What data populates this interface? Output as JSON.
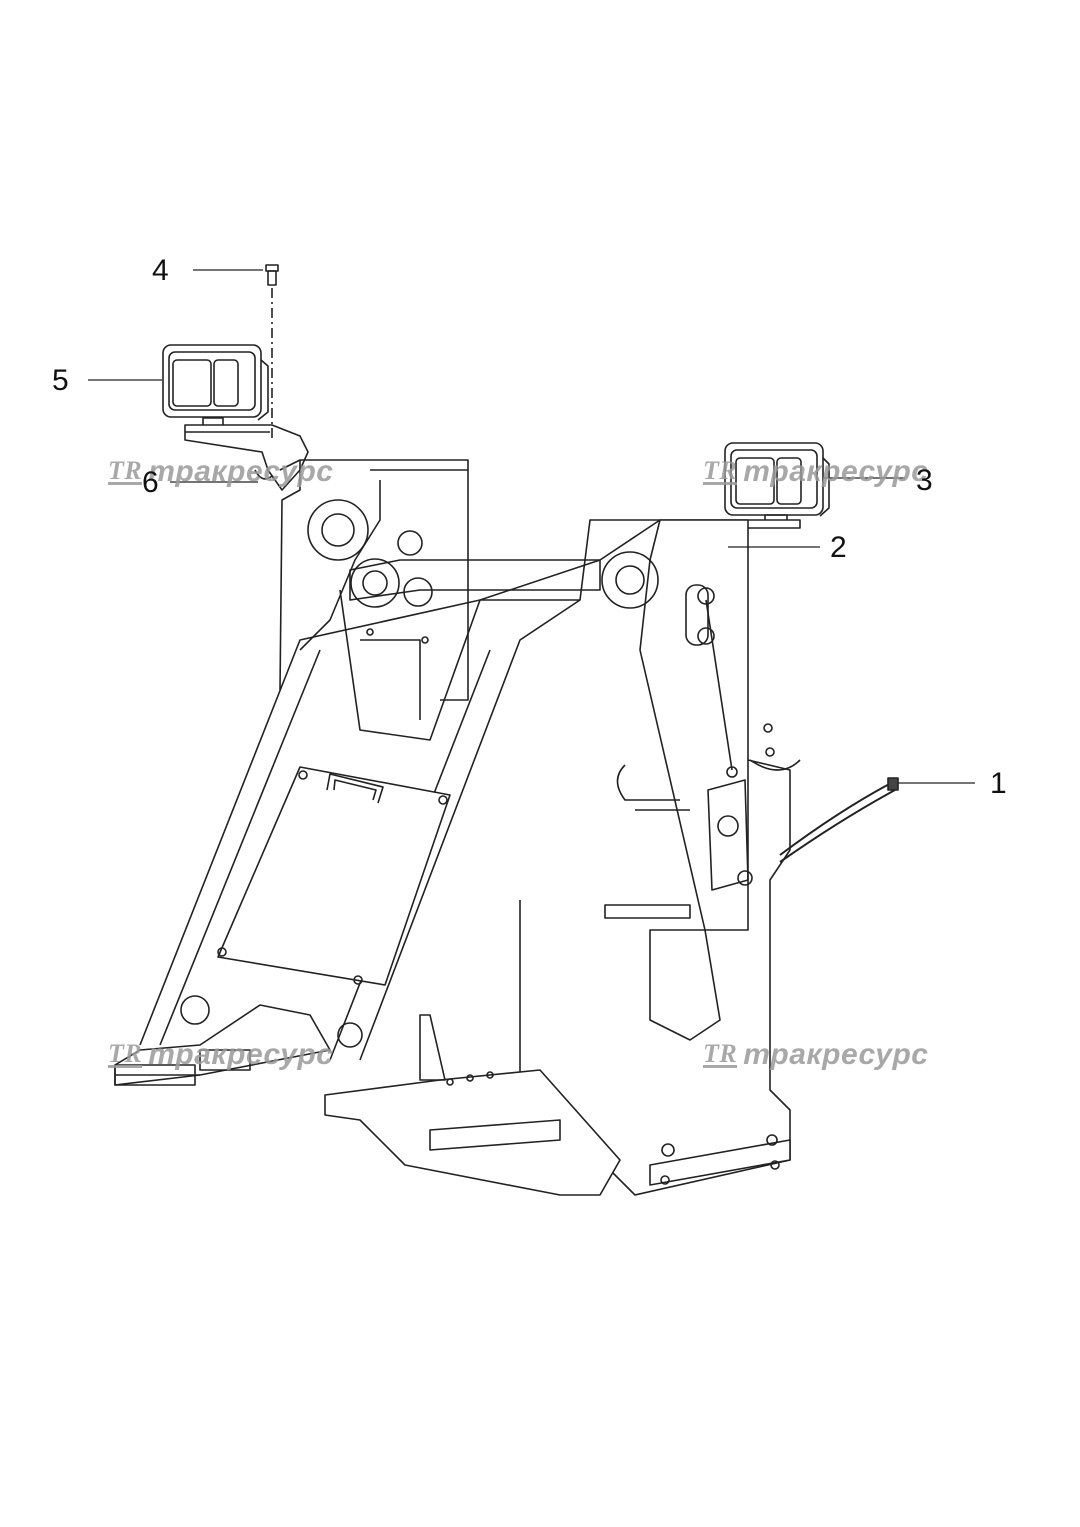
{
  "callouts": [
    {
      "id": "1",
      "label": "1"
    },
    {
      "id": "2",
      "label": "2"
    },
    {
      "id": "3",
      "label": "3"
    },
    {
      "id": "4",
      "label": "4"
    },
    {
      "id": "5",
      "label": "5"
    },
    {
      "id": "6",
      "label": "6"
    }
  ],
  "watermark": {
    "logo": "TR",
    "text": "тракресурс"
  },
  "colors": {
    "line": "#222222",
    "watermark": "#9a9a9a",
    "background": "#ffffff"
  }
}
